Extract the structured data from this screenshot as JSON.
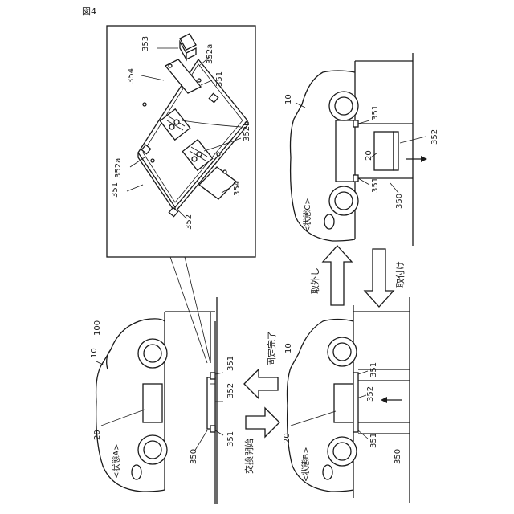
{
  "figure_label": "図4",
  "labels": {
    "l100": "100",
    "l10": "10",
    "l20": "20",
    "l350": "350",
    "l351": "351",
    "l352": "352",
    "l352a": "352a",
    "l352b": "352b",
    "l353": "353",
    "l354": "354"
  },
  "states": {
    "a": "<状態A>",
    "b": "<状態B>",
    "c": "<状態C>"
  },
  "arrows": {
    "fix_complete": "固定完了",
    "exchange_start": "交換開始",
    "remove": "取外し",
    "attach": "取付け"
  }
}
